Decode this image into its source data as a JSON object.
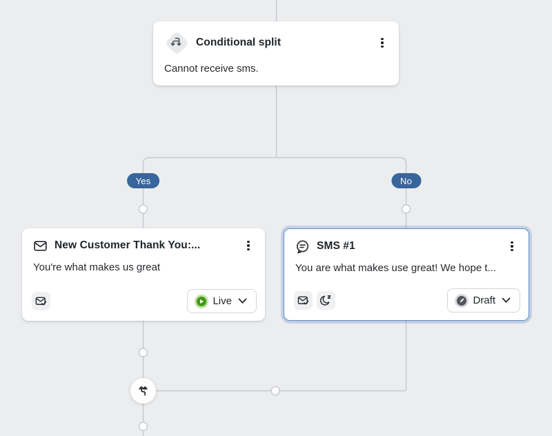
{
  "canvas": {
    "background_color": "#EBEDEF",
    "connector_color": "#C7CACE"
  },
  "colors": {
    "branch_pill_bg": "#38659B",
    "selected_card_border": "#5E8FCB",
    "live_green": "#3F9C14",
    "draft_gray": "#53575D",
    "card_bg": "#FFFFFF"
  },
  "nodes": {
    "conditional_split": {
      "title": "Conditional split",
      "description": "Cannot receive sms.",
      "icon": "split-arrows-icon",
      "menu": "kebab-menu-icon"
    },
    "branches": {
      "yes_label": "Yes",
      "no_label": "No"
    },
    "email": {
      "title": "New Customer Thank You:...",
      "preview": "You're what makes us great",
      "status": "Live",
      "header_icon": "envelope-icon",
      "footer_icons": [
        "smart-sending-icon"
      ]
    },
    "sms": {
      "title": "SMS #1",
      "preview": "You are what makes use great! We hope t...",
      "status": "Draft",
      "selected": true,
      "header_icon": "sms-bubble-icon",
      "footer_icons": [
        "smart-sending-icon",
        "quiet-hours-icon"
      ]
    },
    "merge": {
      "icon": "merge-paths-icon"
    }
  }
}
